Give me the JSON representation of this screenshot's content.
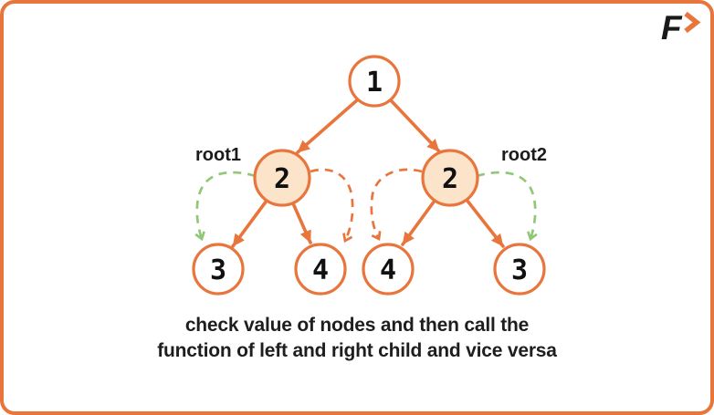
{
  "brand": {
    "letter": "F",
    "chevron_icon": "chevron-right"
  },
  "diagram": {
    "type": "binary-tree",
    "nodes": {
      "root": {
        "value": "1"
      },
      "left_child": {
        "value": "2",
        "label": "root1"
      },
      "right_child": {
        "value": "2",
        "label": "root2"
      },
      "left_left": {
        "value": "3"
      },
      "left_right": {
        "value": "4"
      },
      "right_left": {
        "value": "4"
      },
      "right_right": {
        "value": "3"
      }
    },
    "labels": {
      "left_subtree": "root1",
      "right_subtree": "root2"
    },
    "edges": {
      "solid": [
        "root→left_child",
        "root→right_child",
        "left_child→left_left",
        "left_child→left_right",
        "right_child→right_left",
        "right_child→right_right"
      ],
      "dashed_green": [
        "left_child⇢left_left",
        "right_child⇢right_right"
      ],
      "dashed_orange": [
        "left_child⇢left_right",
        "right_child⇢right_left"
      ]
    },
    "colors": {
      "orange": "#e8753c",
      "node_highlight_fill": "#fbe4ca",
      "green": "#90c878",
      "text": "#1b1b1b"
    }
  },
  "caption": {
    "line1": "check value of nodes and then call the",
    "line2": "function of left and right child and vice versa"
  }
}
